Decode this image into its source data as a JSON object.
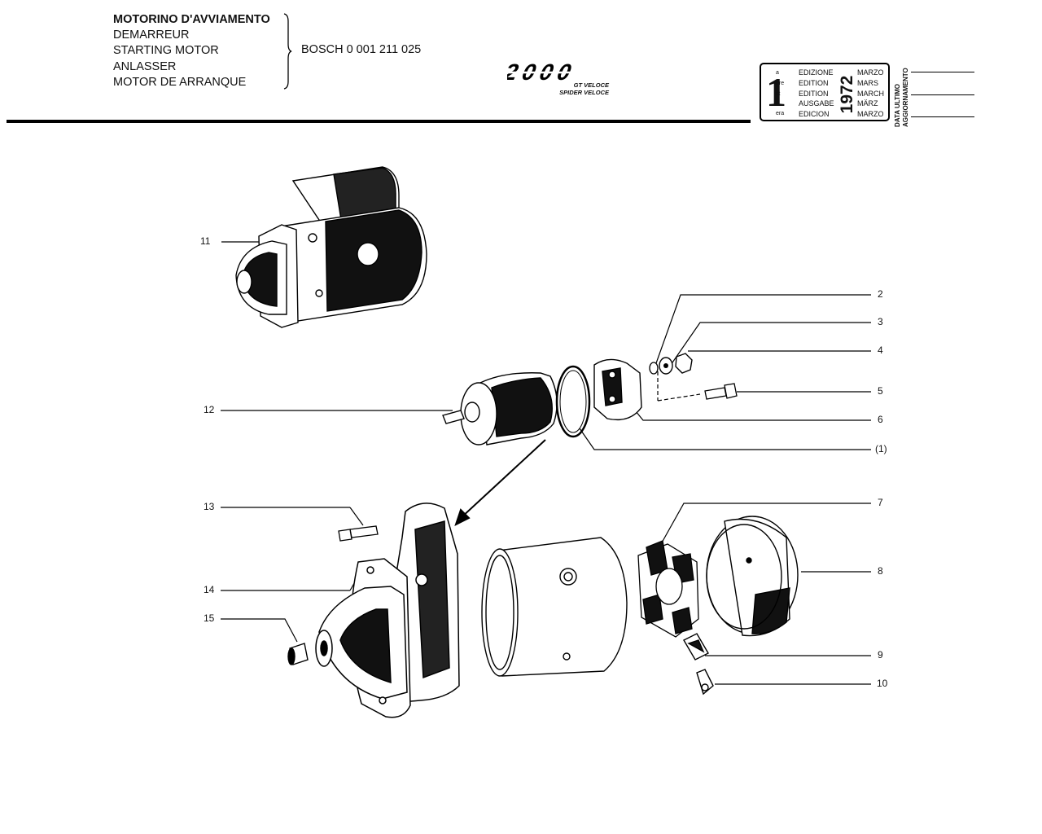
{
  "header": {
    "titles": [
      "MOTORINO D'AVVIAMENTO",
      "DEMARREUR",
      "STARTING MOTOR",
      "ANLASSER",
      "MOTOR DE ARRANQUE"
    ],
    "part_number": "BOSCH 0 001 211 025",
    "logo_text": "2000",
    "logo_sub": [
      "GT VELOCE",
      "SPIDER VELOCE"
    ]
  },
  "edition": {
    "number": "1",
    "superscripts": [
      "a",
      "ère",
      "st",
      ".",
      "era"
    ],
    "words": [
      "EDIZIONE",
      "EDITION",
      "EDITION",
      "AUSGABE",
      "EDICION"
    ],
    "year": "1972",
    "months": [
      "MARZO",
      "MARS",
      "MARCH",
      "MÄRZ",
      "MARZO"
    ],
    "update_label": [
      "DATA ULTIMO",
      "AGGIORNAMENTO"
    ]
  },
  "callouts": {
    "c2": "2",
    "c3": "3",
    "c4": "4",
    "c5": "5",
    "c6": "6",
    "c1": "(1)",
    "c7": "7",
    "c8": "8",
    "c9": "9",
    "c10": "10",
    "c11": "11",
    "c12": "12",
    "c13": "13",
    "c14": "14",
    "c15": "15"
  }
}
